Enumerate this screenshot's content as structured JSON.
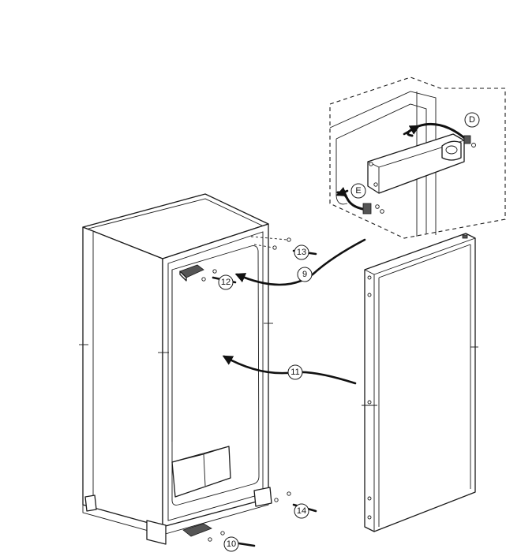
{
  "callouts": {
    "c9": "9",
    "c10": "10",
    "c11": "11",
    "c12": "12",
    "c13": "13",
    "c14": "14",
    "cD": "D",
    "cE": "E"
  },
  "colors": {
    "line": "#1a1a1a",
    "background": "#ffffff",
    "hardware_shade": "#555555"
  }
}
